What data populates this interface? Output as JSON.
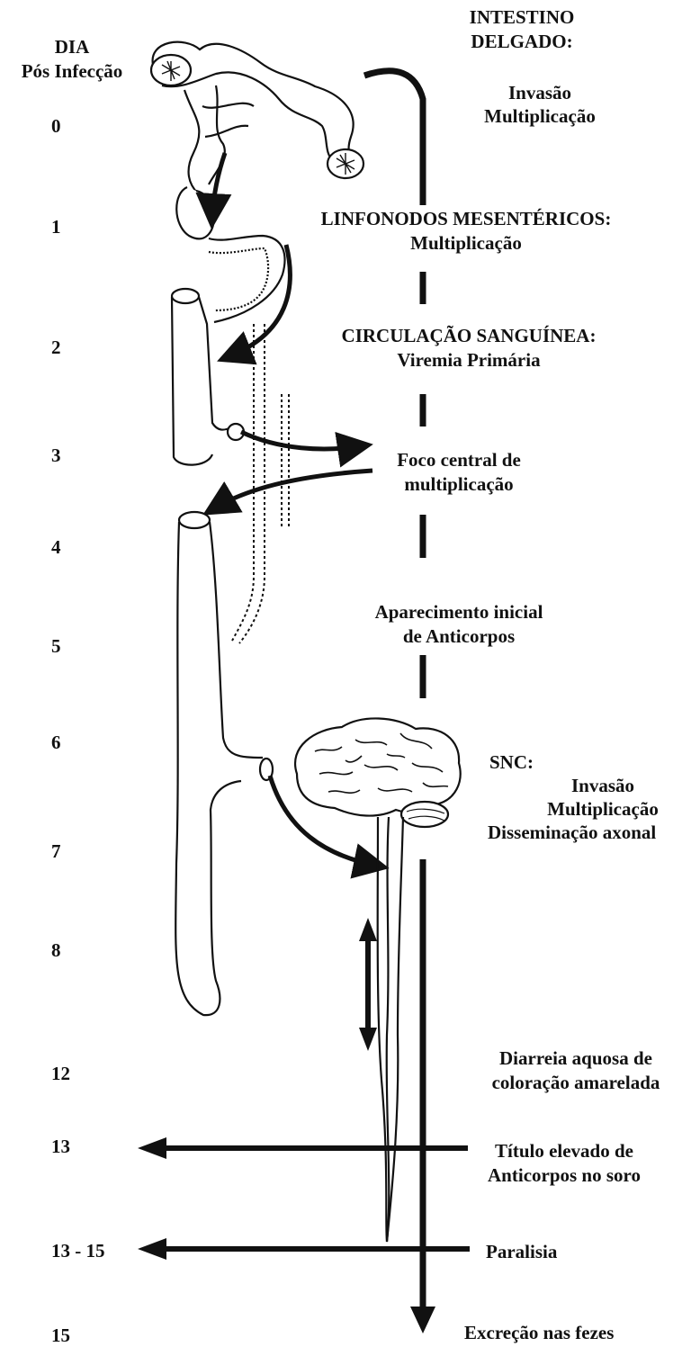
{
  "header": {
    "dia": "DIA",
    "pos_infeccao": "Pós Infecção"
  },
  "days": [
    "0",
    "1",
    "2",
    "3",
    "4",
    "5",
    "6",
    "7",
    "8",
    "12",
    "13",
    "13 - 15",
    "15"
  ],
  "stages": {
    "intestino_title_1": "INTESTINO",
    "intestino_title_2": "DELGADO:",
    "intestino_invasao": "Invasão",
    "intestino_mult": "Multiplicação",
    "linfonodos_title": "LINFONODOS MESENTÉRICOS:",
    "linfonodos_mult": "Multiplicação",
    "circulacao_title": "CIRCULAÇÃO SANGUÍNEA:",
    "circulacao_viremia": "Viremia Primária",
    "foco_1": "Foco central de",
    "foco_2": "multiplicação",
    "anticorpos_1": "Aparecimento inicial",
    "anticorpos_2": "de Anticorpos",
    "snc_title": "SNC:",
    "snc_invasao": "Invasão",
    "snc_mult": "Multiplicação",
    "snc_diss": "Disseminação axonal",
    "diarreia_1": "Diarreia aquosa de",
    "diarreia_2": "coloração amarelada",
    "titulo_1": "Título elevado de",
    "titulo_2": "Anticorpos no soro",
    "paralisia": "Paralisia",
    "excrecao": "Excreção nas fezes"
  }
}
